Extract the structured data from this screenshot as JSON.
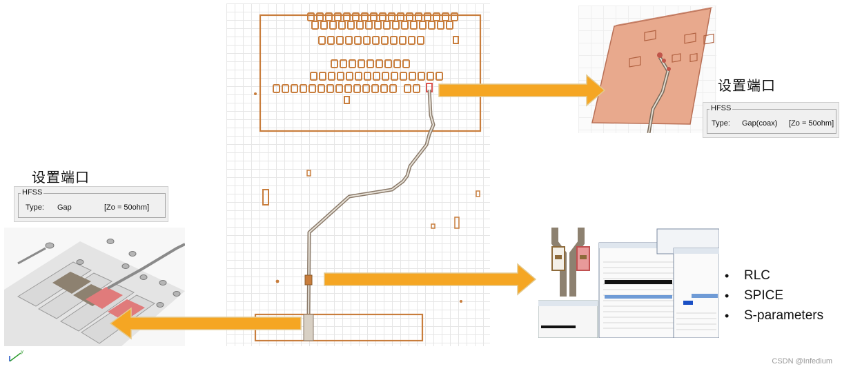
{
  "captions": {
    "right": "设置端口",
    "left": "设置端口"
  },
  "hfss_right": {
    "group": "HFSS",
    "type_label": "Type:",
    "type_value": "Gap(coax)",
    "impedance": "[Zo = 50ohm]"
  },
  "hfss_left": {
    "group": "HFSS",
    "type_label": "Type:",
    "type_value": "Gap",
    "impedance": "[Zo = 50ohm]"
  },
  "model_options": [
    "RLC",
    "SPICE",
    "S-parameters"
  ],
  "watermark": "CSDN @Infedium",
  "colors": {
    "trace": "#c87d3c",
    "arrow": "#f5a623",
    "arrow_edge": "#d9c08a",
    "board": "#e8a98d",
    "pad_highlight": "#e07b7b"
  }
}
